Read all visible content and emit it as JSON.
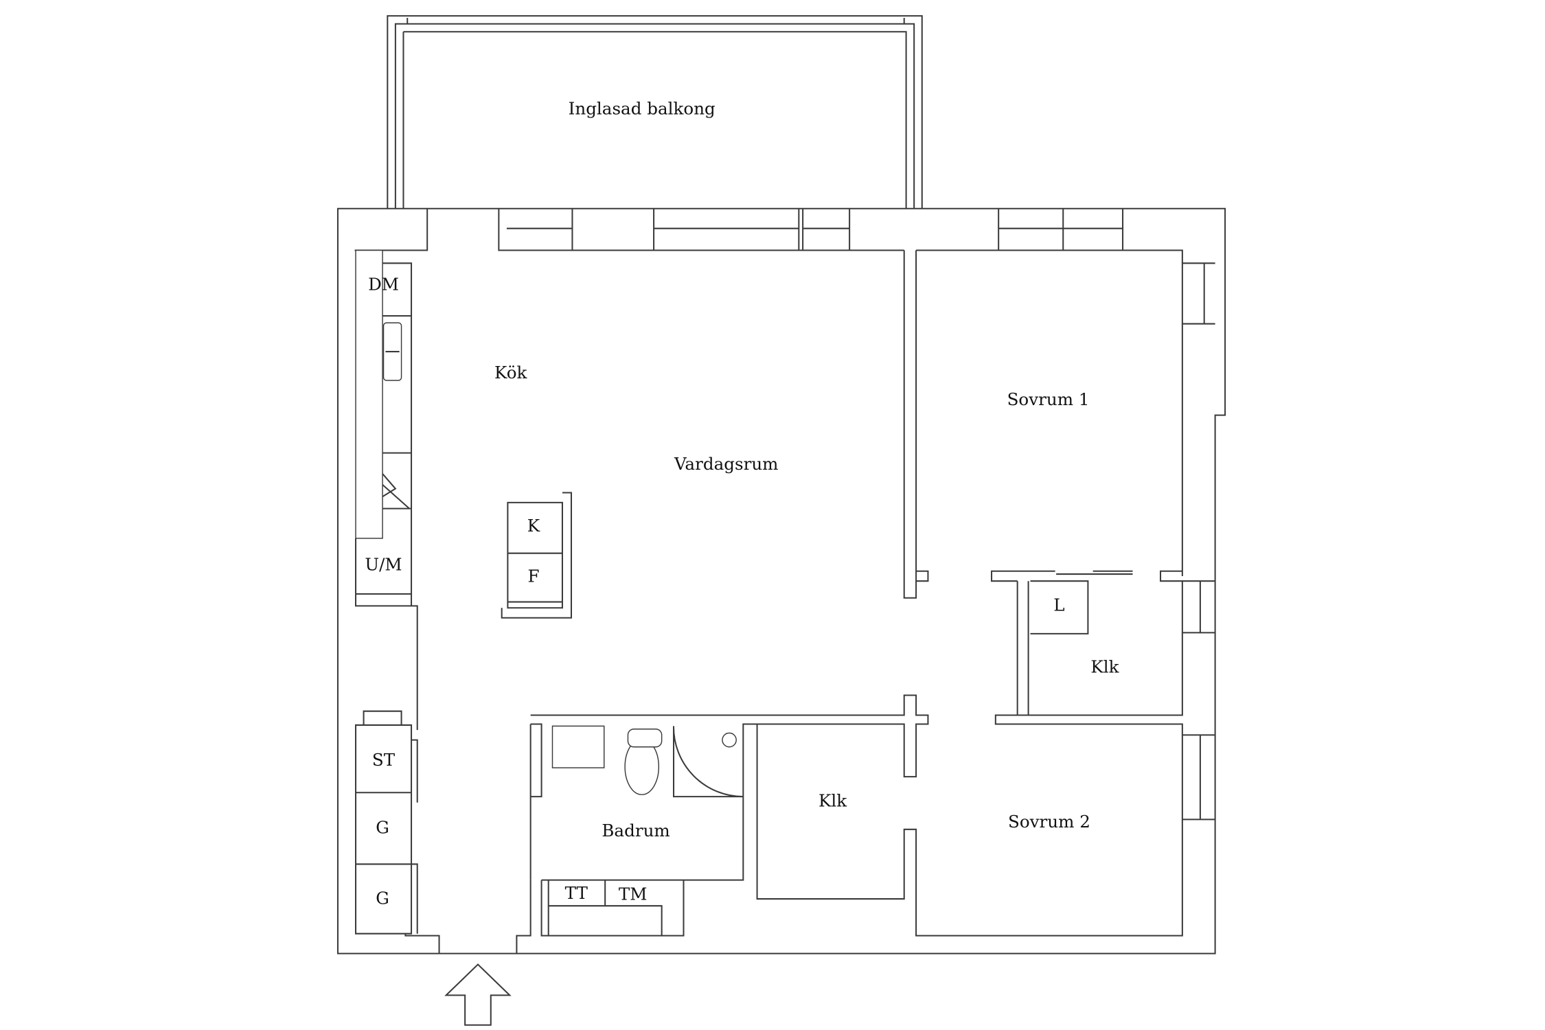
{
  "plan": {
    "rooms": {
      "balcony": "Inglasad balkong",
      "kitchen": "Kök",
      "living": "Vardagsrum",
      "bedroom1": "Sovrum 1",
      "bedroom2": "Sovrum 2",
      "closet1": "Klk",
      "closet2": "Klk",
      "bathroom": "Badrum"
    },
    "fixtures": {
      "dishwasher": "DM",
      "oven_micro": "U/M",
      "fridge": "K",
      "freezer": "F",
      "storage": "ST",
      "wardrobe1": "G",
      "wardrobe2": "G",
      "linen": "L",
      "dryer": "TT",
      "washer": "TM"
    },
    "entrance_icon": "arrow-up-icon"
  }
}
